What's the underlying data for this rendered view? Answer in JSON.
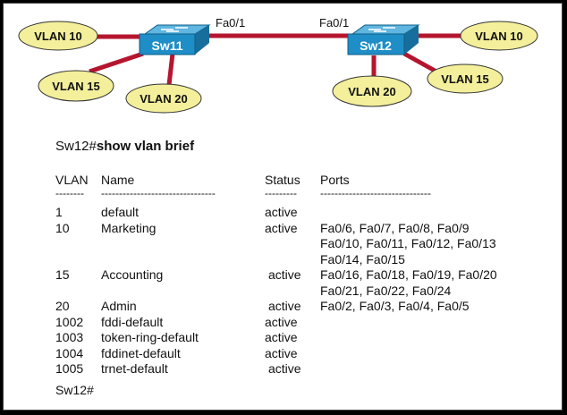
{
  "topology": {
    "switches": [
      {
        "name": "Sw11",
        "trunk_port": "Fa0/1"
      },
      {
        "name": "Sw12",
        "trunk_port": "Fa0/1"
      }
    ],
    "vlan_labels": {
      "sw11": [
        "VLAN 10",
        "VLAN 15",
        "VLAN 20"
      ],
      "sw12": [
        "VLAN 10",
        "VLAN 15",
        "VLAN 20"
      ]
    },
    "colors": {
      "link": "#b5152e",
      "switch": "#1f8ec7",
      "vlan_fill": "#f3ef9b"
    }
  },
  "terminal": {
    "prompt": "Sw12#",
    "command": "show vlan brief",
    "headers": {
      "vlan": "VLAN",
      "name": "Name",
      "status": "Status",
      "ports": "Ports"
    },
    "separators": {
      "vlan": "--------",
      "name": "--------------------------------",
      "status": "---------",
      "ports": "-------------------------------"
    },
    "rows": [
      {
        "vlan": "1",
        "name": "default",
        "status": "active",
        "ports": [
          ""
        ]
      },
      {
        "vlan": "10",
        "name": "Marketing",
        "status": "active",
        "ports": [
          "Fa0/6, Fa0/7, Fa0/8, Fa0/9",
          "Fa0/10, Fa0/11, Fa0/12, Fa0/13",
          "Fa0/14, Fa0/15"
        ]
      },
      {
        "vlan": "15",
        "name": "Accounting",
        "status": "active",
        "ports": [
          "Fa0/16, Fa0/18, Fa0/19, Fa0/20",
          "Fa0/21, Fa0/22, Fa0/24"
        ]
      },
      {
        "vlan": "20",
        "name": "Admin",
        "status": "active",
        "ports": [
          "Fa0/2, Fa0/3, Fa0/4, Fa0/5"
        ]
      },
      {
        "vlan": "1002",
        "name": "fddi-default",
        "status": "active",
        "ports": [
          ""
        ]
      },
      {
        "vlan": "1003",
        "name": "token-ring-default",
        "status": "active",
        "ports": [
          ""
        ]
      },
      {
        "vlan": "1004",
        "name": "fddinet-default",
        "status": "active",
        "ports": [
          ""
        ]
      },
      {
        "vlan": "1005",
        "name": "trnet-default",
        "status": "active",
        "ports": [
          ""
        ]
      }
    ],
    "final_prompt": "Sw12#"
  }
}
